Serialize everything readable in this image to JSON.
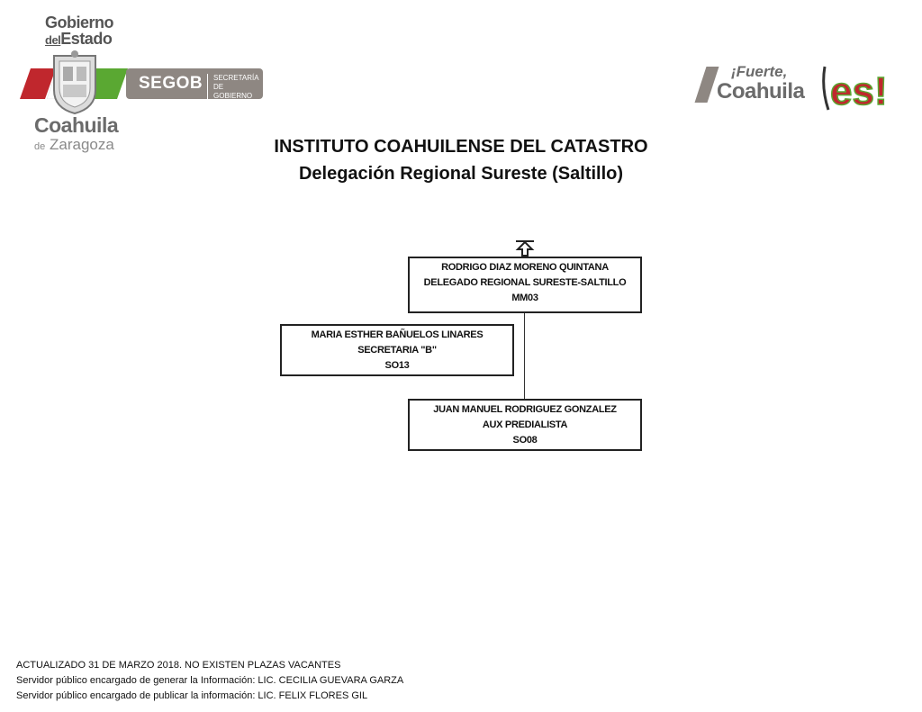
{
  "header": {
    "gov_logo": {
      "line1": "Gobierno",
      "line2": "del",
      "line3": "Estado",
      "segob": "SEGOB",
      "segob_sub1": "SECRETARÍA",
      "segob_sub2": "DE GOBIERNO",
      "state": "Coahuila",
      "de": "de",
      "state_sub": "Zaragoza"
    },
    "campaign_logo": {
      "line1": "¡Fuerte,",
      "line2": "Coahuila",
      "es": "es!"
    }
  },
  "titles": {
    "main": "INSTITUTO COAHUILENSE DEL CATASTRO",
    "sub": "Delegación Regional Sureste (Saltillo)"
  },
  "org_chart": {
    "top": {
      "name": "RODRIGO DIAZ MORENO QUINTANA",
      "position": "DELEGADO REGIONAL SURESTE-SALTILLO",
      "code": "MM03"
    },
    "assistant": {
      "name": "MARIA ESTHER BAÑUELOS LINARES",
      "position": "SECRETARIA \"B\"",
      "code": "SO13"
    },
    "subordinate": {
      "name": "JUAN MANUEL RODRIGUEZ GONZALEZ",
      "position": "AUX PREDIALISTA",
      "code": "SO08"
    }
  },
  "footer": {
    "line1": "ACTUALIZADO  31 DE MARZO 2018.  NO EXISTEN PLAZAS VACANTES",
    "line2": "Servidor público encargado de generar la Información: LIC. CECILIA GUEVARA GARZA",
    "line3": "Servidor público encargado de publicar la información: LIC. FELIX FLORES GIL"
  },
  "colors": {
    "logo_gray": "#8e8782",
    "flag_green": "#5aa832",
    "flag_red": "#c0272d",
    "border": "#222222"
  }
}
